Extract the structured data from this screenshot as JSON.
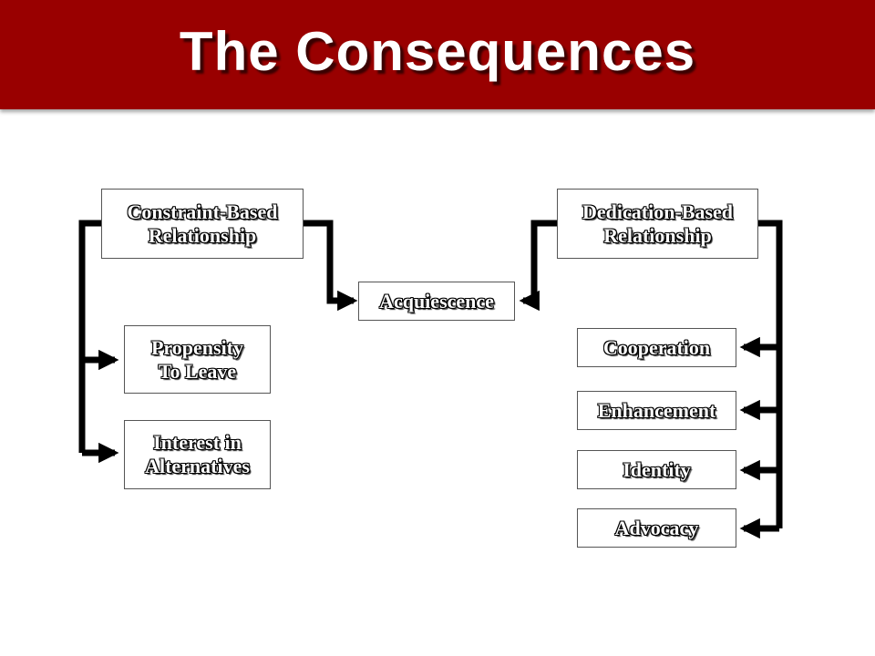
{
  "title": "The Consequences",
  "nodes": {
    "constraint_based": {
      "line1": "Constraint-Based",
      "line2": "Relationship"
    },
    "dedication_based": {
      "line1": "Dedication-Based",
      "line2": "Relationship"
    },
    "acquiescence": {
      "label": "Acquiescence"
    },
    "propensity": {
      "line1": "Propensity",
      "line2": "To Leave"
    },
    "interest": {
      "line1": "Interest in",
      "line2": "Alternatives"
    },
    "cooperation": {
      "label": "Cooperation"
    },
    "enhancement": {
      "label": "Enhancement"
    },
    "identity": {
      "label": "Identity"
    },
    "advocacy": {
      "label": "Advocacy"
    }
  },
  "colors": {
    "header_bg": "#990000",
    "connector": "#000000",
    "text_fill": "#ffffff"
  }
}
